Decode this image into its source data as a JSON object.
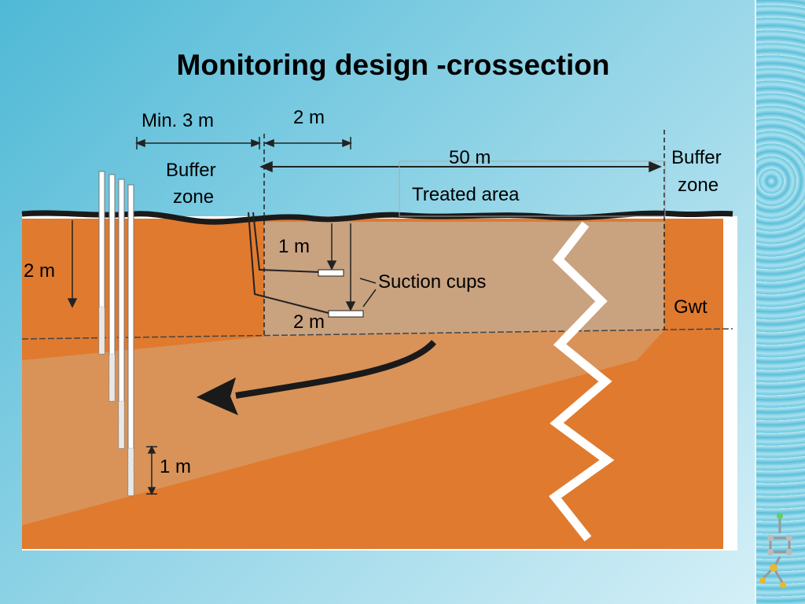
{
  "title": "Monitoring design -crossection",
  "labels": {
    "min_3m": "Min. 3 m",
    "two_m_top": "2 m",
    "fifty_m": "50 m",
    "buffer_zone_left_1": "Buffer",
    "buffer_zone_left_2": "zone",
    "buffer_zone_right_1": "Buffer",
    "buffer_zone_right_2": "zone",
    "treated_area": "Treated area",
    "one_m_cup": "1 m",
    "two_m_left": "2 m",
    "suction_cups": "Suction cups",
    "two_m_cup": "2 m",
    "gwt": "Gwt",
    "one_m_bottom": "1 m"
  },
  "colors": {
    "soil_orange": "#e07a2e",
    "soil_light": "#d89a62",
    "treated_tan": "#c8a07a",
    "groundline": "#1a1a1a",
    "arrow": "#1a1a1a"
  }
}
